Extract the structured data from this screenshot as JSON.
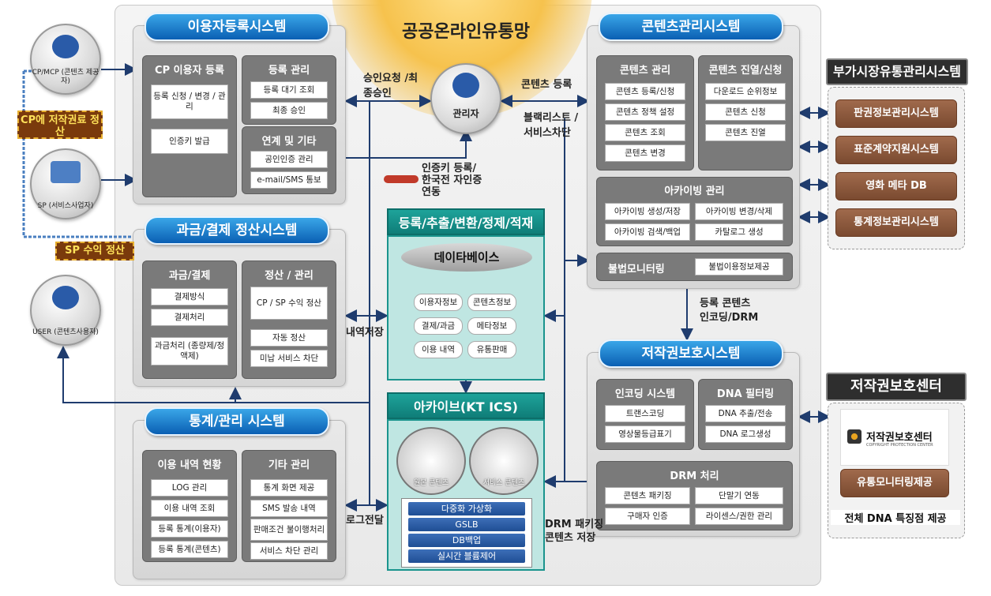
{
  "center": {
    "title": "공공온라인유통망",
    "admin_label": "관리자"
  },
  "reg": {
    "title": "이용자등록시스템",
    "cp": {
      "title": "CP 이용자 등록",
      "items": [
        "등록 신청 / 변경 / 관리",
        "인증키 발급"
      ]
    },
    "mgmt": {
      "title": "등록 관리",
      "items": [
        "등록 대기 조회",
        "최종 승인"
      ]
    },
    "link": {
      "title": "연계 및 기타",
      "items": [
        "공인인증 관리",
        "e-mail/SMS 통보"
      ]
    }
  },
  "billing": {
    "title": "과금/결제 정산시스템",
    "pay": {
      "title": "과금/결제",
      "items": [
        "결제방식",
        "결제처리",
        "과금처리 (종량제/정액제)"
      ]
    },
    "settle": {
      "title": "정산 / 관리",
      "items": [
        "CP / SP 수익 정산",
        "자동 정산",
        "미납 서비스 차단"
      ]
    }
  },
  "stats": {
    "title": "통계/관리 시스템",
    "usage": {
      "title": "이용 내역 현황",
      "items": [
        "LOG 관리",
        "이용 내역 조회",
        "등록 통계(이용자)",
        "등록 통계(콘텐츠)"
      ]
    },
    "etc": {
      "title": "기타 관리",
      "items": [
        "통계 화면 제공",
        "SMS 발송 내역",
        "판매조건 불이행처리",
        "서비스 차단 관리"
      ]
    }
  },
  "db": {
    "title": "등록/추출/변환/정제/적재",
    "name": "데이타베이스",
    "cells": [
      "이용자정보",
      "콘텐츠정보",
      "결제/과금",
      "메타정보",
      "이용 내역",
      "유통판매"
    ]
  },
  "archive": {
    "title": "아카이브(KT ICS)",
    "folders": [
      "원본 콘텐츠",
      "서비스 콘텐츠"
    ],
    "bars": [
      "다중화 가상화",
      "GSLB",
      "DB백업",
      "실시간 블륨제어"
    ]
  },
  "content": {
    "title": "콘텐츠관리시스템",
    "mgmt": {
      "title": "콘텐츠 관리",
      "items": [
        "콘텐츠 등록/신청",
        "콘텐츠 정책 설정",
        "콘텐츠 조회",
        "콘텐츠 변경"
      ]
    },
    "display": {
      "title": "콘텐츠 진열/신청",
      "items": [
        "다운로드 순위정보",
        "콘텐츠 신청",
        "콘텐츠 진열"
      ]
    },
    "archiving": {
      "title": "아카이빙 관리",
      "items": [
        "아카이빙 생성/저장",
        "아카이빙 변경/삭제",
        "아카이빙 검색/백업",
        "카탈로그 생성"
      ]
    },
    "monitor": {
      "title": "불법모니터링",
      "item": "불법이용정보제공"
    }
  },
  "copyright": {
    "title": "저작권보호시스템",
    "encode": {
      "title": "인코딩 시스템",
      "items": [
        "트랜스코딩",
        "영상물등급표기"
      ]
    },
    "dna": {
      "title": "DNA 필터링",
      "items": [
        "DNA 추출/전송",
        "DNA 로그생성"
      ]
    },
    "drm": {
      "title": "DRM 처리",
      "items": [
        "콘텐츠 패키징",
        "단말기 연동",
        "구매자 인증",
        "라이센스/권한 관리"
      ]
    }
  },
  "actors": {
    "cp": "CP/MCP (콘텐츠 제공자)",
    "sp": "SP (서비스사업자)",
    "user": "USER (콘텐츠사용자)"
  },
  "callouts": {
    "cp_settle": "CP에 저작권료 정산",
    "sp_settle": "SP 수익 정산"
  },
  "flows": {
    "approval": "승인요청 /최종승인",
    "content_reg": "콘텐츠 등록",
    "blacklist": "블랙리스트 /서비스차단",
    "key": "인증키 등록/한국전 자인증 연동",
    "history_store": "내역저장",
    "log_transfer": "로그전달",
    "reg_content": "등록 콘텐츠 인코딩/DRM",
    "drm_pack": "DRM 패키징 콘텐츠 저장"
  },
  "market": {
    "title": "부가시장유통관리시스템",
    "items": [
      "판권정보관리시스템",
      "표준계약지원시스템",
      "영화 메타 DB",
      "통계정보관리시스템"
    ]
  },
  "center_right": {
    "title": "저작권보호센터",
    "logo_text": "저작권보호센터",
    "logo_sub": "COPYRIGHT PROTECTION CENTER",
    "service": "유통모니터링제공",
    "footer": "전체 DNA 특징점 제공"
  }
}
